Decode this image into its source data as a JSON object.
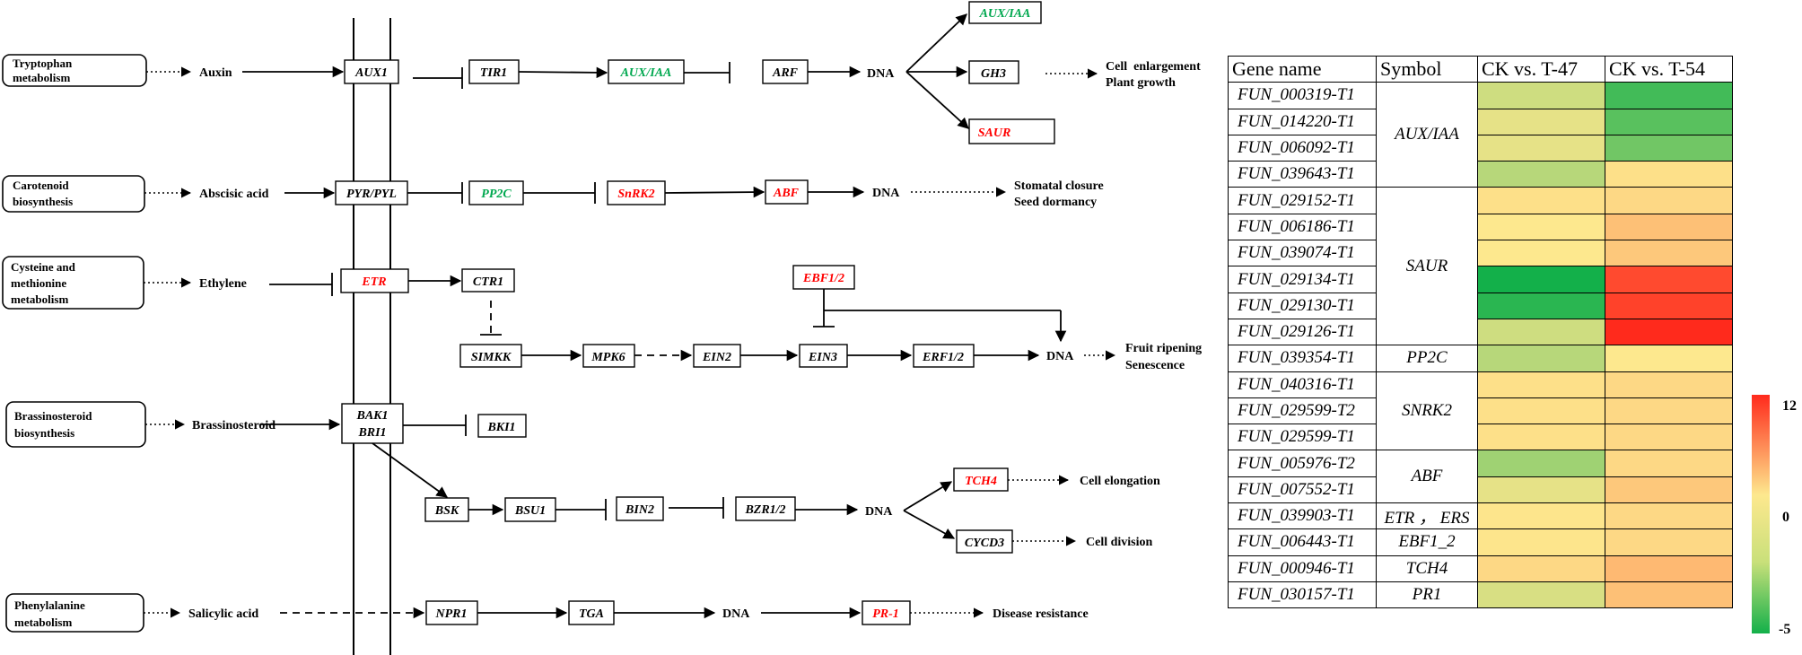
{
  "pathways": [
    {
      "id": "trp",
      "label_lines": [
        "Tryptophan",
        "metabolism"
      ]
    },
    {
      "id": "car",
      "label_lines": [
        "Carotenoid",
        "biosynthesis"
      ]
    },
    {
      "id": "cys",
      "label_lines": [
        "Cysteine and",
        "methionine",
        "metabolism"
      ]
    },
    {
      "id": "bra",
      "label_lines": [
        "Brassinosteroid",
        "biosynthesis"
      ]
    },
    {
      "id": "phe",
      "label_lines": [
        "Phenylalanine",
        "metabolism"
      ]
    }
  ],
  "hormones": {
    "auxin": "Auxin",
    "aba": "Abscisic acid",
    "ethylene": "Ethylene",
    "br": "Brassinosteroid",
    "sa": "Salicylic acid"
  },
  "genes": {
    "aux1": {
      "text": "AUX1",
      "color": "black"
    },
    "tir1": {
      "text": "TIR1",
      "color": "black"
    },
    "auxiaa1": {
      "text": "AUX/IAA",
      "color": "green"
    },
    "arf": {
      "text": "ARF",
      "color": "black"
    },
    "auxiaa2": {
      "text": "AUX/IAA",
      "color": "green"
    },
    "gh3": {
      "text": "GH3",
      "color": "black"
    },
    "saur": {
      "text": "SAUR",
      "color": "red"
    },
    "pyr": {
      "text": "PYR/PYL",
      "color": "black"
    },
    "pp2c": {
      "text": "PP2C",
      "color": "green"
    },
    "snrk2": {
      "text": "SnRK2",
      "color": "red"
    },
    "abf": {
      "text": "ABF",
      "color": "red"
    },
    "etr": {
      "text": "ETR",
      "color": "red"
    },
    "ctr1": {
      "text": "CTR1",
      "color": "black"
    },
    "ebf12": {
      "text": "EBF1/2",
      "color": "red"
    },
    "simkk": {
      "text": "SIMKK",
      "color": "black"
    },
    "mpk6": {
      "text": "MPK6",
      "color": "black"
    },
    "ein2": {
      "text": "EIN2",
      "color": "black"
    },
    "ein3": {
      "text": "EIN3",
      "color": "black"
    },
    "erf12": {
      "text": "ERF1/2",
      "color": "black"
    },
    "bak1": {
      "text": "BAK1",
      "color": "black"
    },
    "bri1": {
      "text": "BRI1",
      "color": "black"
    },
    "bki1": {
      "text": "BKI1",
      "color": "black"
    },
    "bsk": {
      "text": "BSK",
      "color": "black"
    },
    "bsu1": {
      "text": "BSU1",
      "color": "black"
    },
    "bin2": {
      "text": "BIN2",
      "color": "black"
    },
    "bzr12": {
      "text": "BZR1/2",
      "color": "black"
    },
    "tch4": {
      "text": "TCH4",
      "color": "red"
    },
    "cycd3": {
      "text": "CYCD3",
      "color": "black"
    },
    "npr1": {
      "text": "NPR1",
      "color": "black"
    },
    "tga": {
      "text": "TGA",
      "color": "black"
    },
    "pr1": {
      "text": "PR-1",
      "color": "red"
    }
  },
  "dna_label": "DNA",
  "outcomes": {
    "auxin": [
      "Cell  enlargement",
      "Plant growth"
    ],
    "aba": [
      "Stomatal closure",
      "Seed dormancy"
    ],
    "ethylene": [
      "Fruit ripening",
      "Senescence"
    ],
    "elong": [
      "Cell elongation"
    ],
    "div": [
      "Cell division"
    ],
    "sa": [
      "Disease resistance"
    ]
  },
  "colors": {
    "red": "#ff0000",
    "green": "#00a84f",
    "black": "#000000"
  },
  "heatmap": {
    "headers": [
      "Gene name",
      "Symbol",
      "CK vs. T-47",
      "CK vs. T-54"
    ],
    "groups": [
      {
        "symbol": "AUX/IAA",
        "rows": [
          [
            "FUN_000319-T1",
            -1,
            -4
          ],
          [
            "FUN_014220-T1",
            -0.5,
            -3.5
          ],
          [
            "FUN_006092-T1",
            -0.5,
            -3
          ],
          [
            "FUN_039643-T1",
            -1.5,
            0.5
          ]
        ]
      },
      {
        "symbol": "SAUR",
        "rows": [
          [
            "FUN_029152-T1",
            0.5,
            1
          ],
          [
            "FUN_006186-T1",
            0,
            2.5
          ],
          [
            "FUN_039074-T1",
            0,
            2
          ],
          [
            "FUN_029134-T1",
            -5,
            10
          ],
          [
            "FUN_029130-T1",
            -4.5,
            10.5
          ],
          [
            "FUN_029126-T1",
            -1,
            12
          ]
        ]
      },
      {
        "symbol": "PP2C",
        "rows": [
          [
            "FUN_039354-T1",
            -1.5,
            0
          ]
        ]
      },
      {
        "symbol": "SNRK2",
        "rows": [
          [
            "FUN_040316-T1",
            0.5,
            1
          ],
          [
            "FUN_029599-T2",
            0.5,
            1
          ],
          [
            "FUN_029599-T1",
            0.5,
            1
          ]
        ]
      },
      {
        "symbol": "ABF",
        "rows": [
          [
            "FUN_005976-T2",
            -2,
            1
          ],
          [
            "FUN_007552-T1",
            -0.5,
            2
          ]
        ]
      },
      {
        "symbol": "ETR ， ERS",
        "rows": [
          [
            "FUN_039903-T1",
            0.2,
            1
          ]
        ]
      },
      {
        "symbol": "EBF1_2",
        "rows": [
          [
            "FUN_006443-T1",
            0.2,
            1
          ]
        ]
      },
      {
        "symbol": "TCH4",
        "rows": [
          [
            "FUN_000946-T1",
            1,
            3
          ]
        ]
      },
      {
        "symbol": "PR1",
        "rows": [
          [
            "FUN_030157-T1",
            -0.8,
            2.5
          ]
        ]
      }
    ],
    "scale": {
      "max": 12,
      "mid": 0,
      "min": -5,
      "max_color": "#ff2a1c",
      "mid_color": "#fde88e",
      "min_color": "#13b04a"
    }
  }
}
